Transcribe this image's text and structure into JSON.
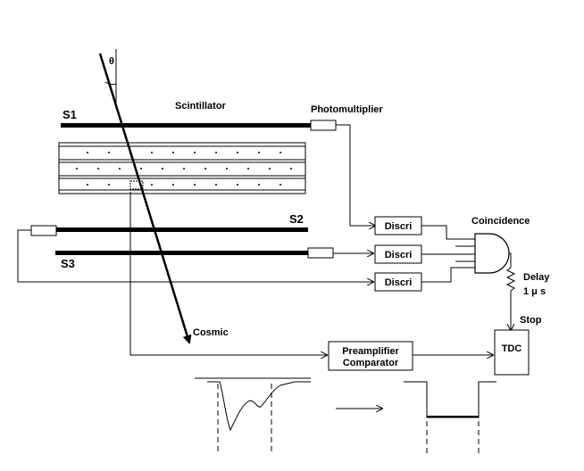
{
  "labels": {
    "theta": "θ",
    "s1": "S1",
    "s2": "S2",
    "s3": "S3",
    "scintillator": "Scintillator",
    "photomultiplier": "Photomultiplier",
    "coincidence": "Coincidence",
    "delay": "Delay",
    "delay_value": "1 μ s",
    "stop": "Stop",
    "cosmic": "Cosmic"
  },
  "boxes": {
    "discri_1": "Discri",
    "discri_2": "Discri",
    "discri_3": "Discri",
    "tdc": "TDC",
    "preamp_line1": "Preamplifier",
    "preamp_line2": "Comparator"
  }
}
